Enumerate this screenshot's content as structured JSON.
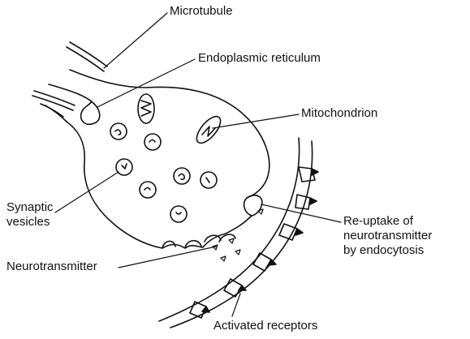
{
  "labels": {
    "microtubule": "Microtubule",
    "endoplasmic_reticulum": "Endoplasmic reticulum",
    "mitochondrion": "Mitochondrion",
    "synaptic_vesicles": "Synaptic\nvesicles",
    "reuptake": "Re-uptake of\nneurotransmitter\nby endocytosis",
    "neurotransmitter": "Neurotransmitter",
    "activated_receptors": "Activated receptors"
  },
  "colors": {
    "line": "#111111",
    "background": "#ffffff"
  }
}
